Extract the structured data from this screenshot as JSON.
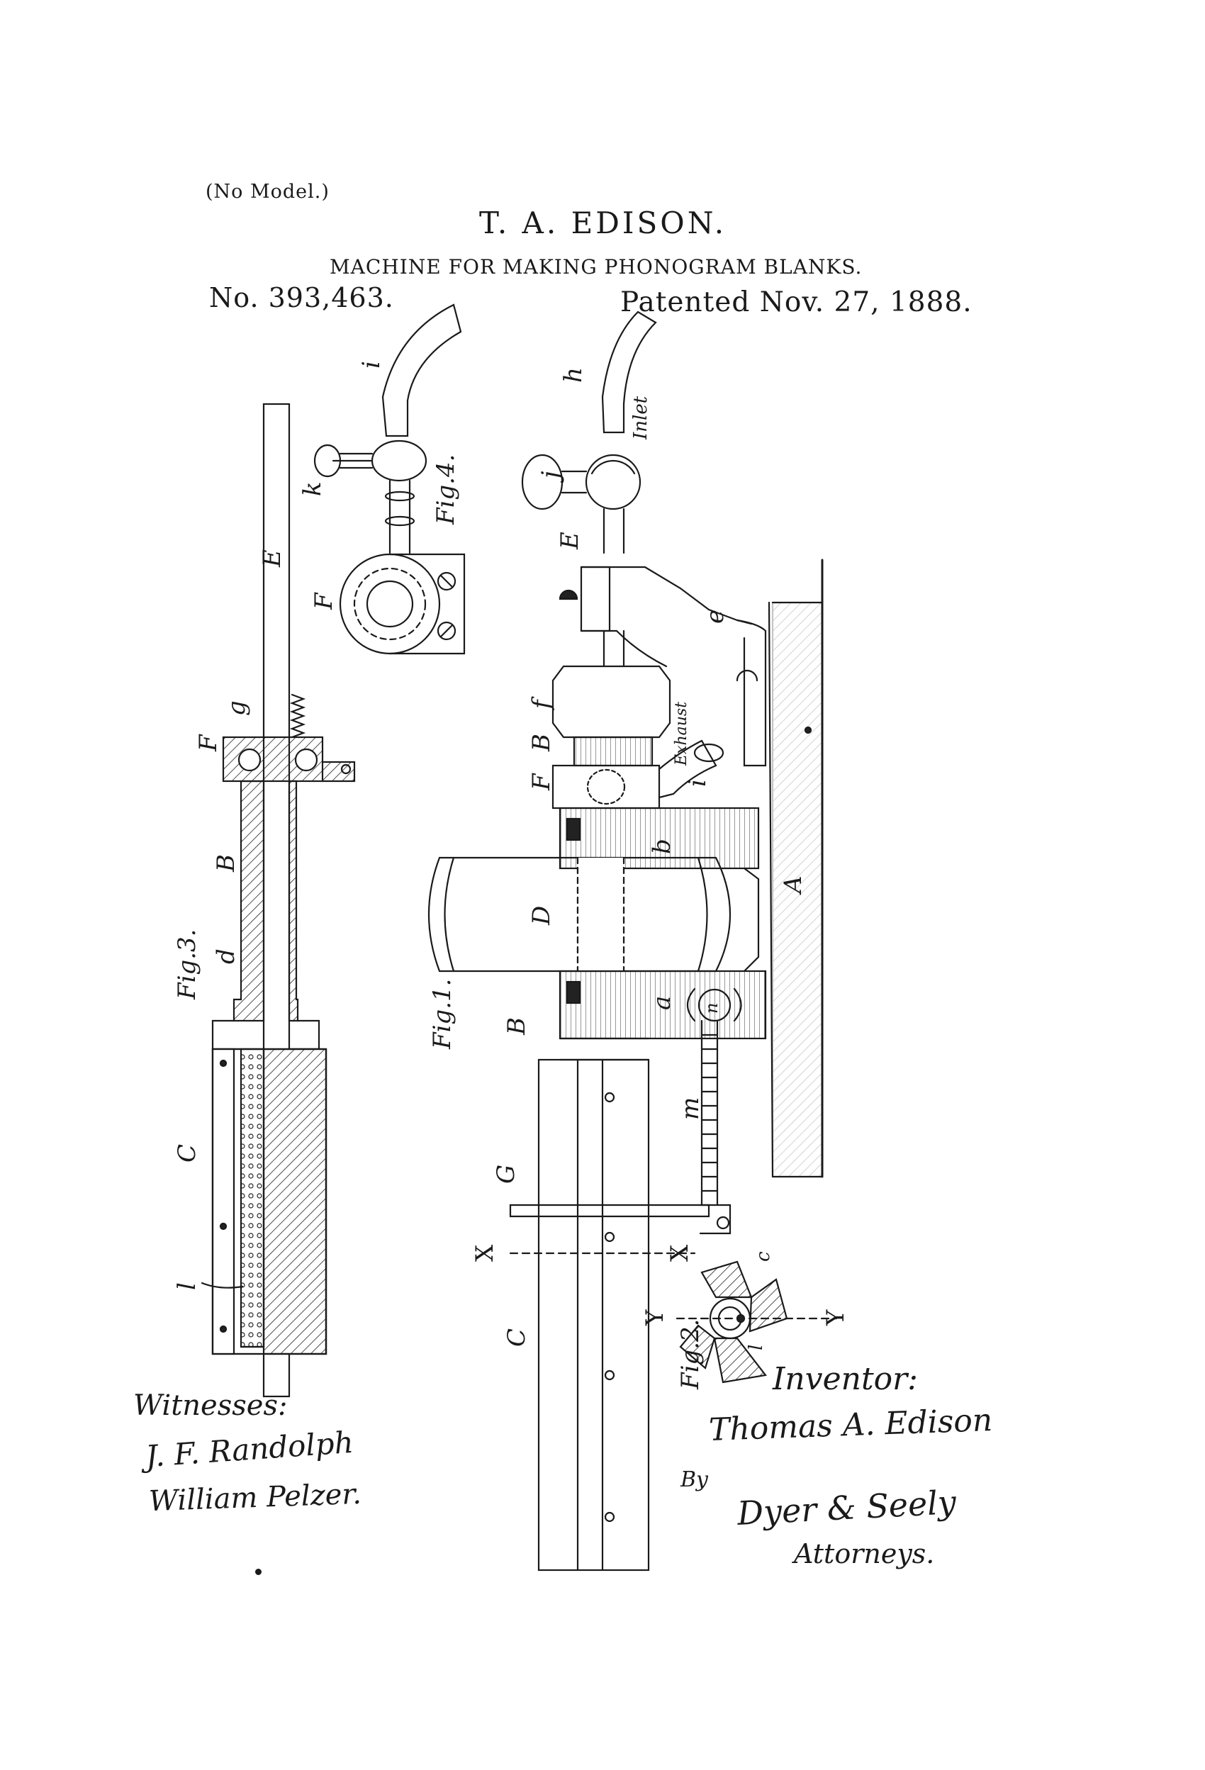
{
  "header": {
    "no_model": "(No Model.)",
    "inventor_name": "T. A. EDISON.",
    "title": "MACHINE FOR MAKING PHONOGRAM BLANKS.",
    "patent_number": "No. 393,463.",
    "patent_date": "Patented Nov. 27, 1888."
  },
  "figures": {
    "fig1": "Fig.1.",
    "fig2": "Fig.2.",
    "fig3": "Fig.3.",
    "fig4": "Fig.4."
  },
  "annotations": {
    "inlet": "Inlet",
    "exhaust": "Exhaust"
  },
  "reference_letters": {
    "A": "A",
    "B": "B",
    "C": "C",
    "D": "D",
    "E": "E",
    "F": "F",
    "G": "G",
    "X": "X",
    "Y": "Y",
    "a": "a",
    "b": "b",
    "c": "c",
    "d": "d",
    "e": "e",
    "f": "f",
    "g": "g",
    "h": "h",
    "i": "i",
    "j": "j",
    "k": "k",
    "l": "l",
    "m": "m",
    "n": "n"
  },
  "signatures": {
    "witnesses_label": "Witnesses:",
    "witness_1": "J. F. Randolph",
    "witness_2": "William Pelzer.",
    "inventor_label": "Inventor:",
    "inventor_signature": "Thomas A. Edison",
    "by_label": "By",
    "attorneys_signature": "Dyer & Seely",
    "attorneys_label": "Attorneys."
  }
}
